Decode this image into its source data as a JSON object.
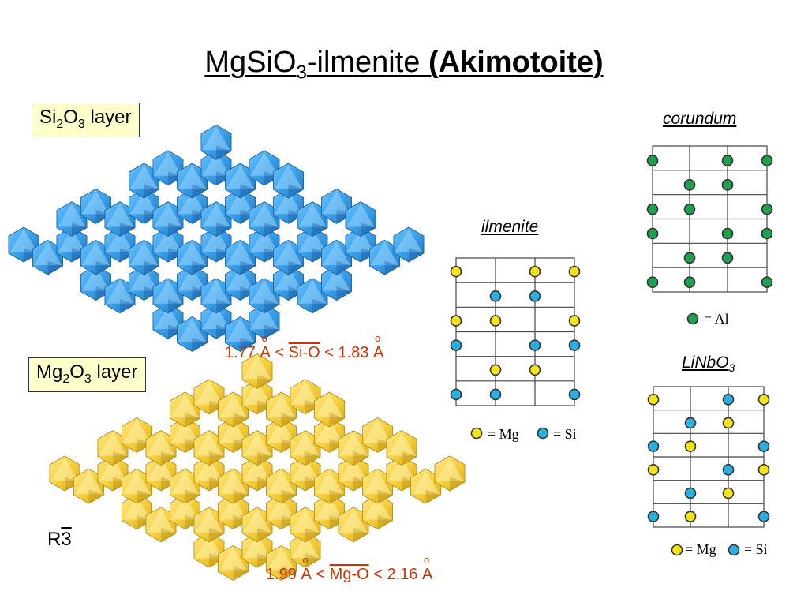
{
  "title": {
    "formula": "MgSiO",
    "sub": "3",
    "mid": "-ilmenite ",
    "bold": "(Akimotoite)"
  },
  "layers": {
    "si": {
      "pre": "Si",
      "s1": "2",
      "mid": "O",
      "s2": "3",
      "post": " layer"
    },
    "mg": {
      "pre": "Mg",
      "s1": "2",
      "mid": "O",
      "s2": "3",
      "post": " layer"
    }
  },
  "bonds": {
    "si": {
      "low": "1.77",
      "unit": "A",
      "lt": "<",
      "name": "Si-O",
      "high": "1.83"
    },
    "mg": {
      "low": "1.99",
      "unit": "A",
      "lt": "<",
      "name": "Mg-O",
      "high": "2.16"
    }
  },
  "space_group": {
    "letter": "R",
    "digit": "3"
  },
  "structures": {
    "ilmenite": {
      "label": "ilmenite",
      "legend": [
        {
          "symbol": "Mg"
        },
        {
          "symbol": "Si"
        }
      ]
    },
    "corundum": {
      "label": "corundum",
      "legend": [
        {
          "symbol": "Al"
        }
      ]
    },
    "linbo3": {
      "label": "LiNbO",
      "sub": "3",
      "legend": [
        {
          "symbol": "Mg"
        },
        {
          "symbol": "Si"
        }
      ]
    }
  },
  "colors": {
    "si_polyhedra": "#3aa0e8",
    "mg_polyhedra": "#f6d040",
    "mg_atom": "#f2e418",
    "si_atom": "#2ab0e0",
    "al_atom": "#1ea050",
    "bond_text": "#cc3300"
  }
}
